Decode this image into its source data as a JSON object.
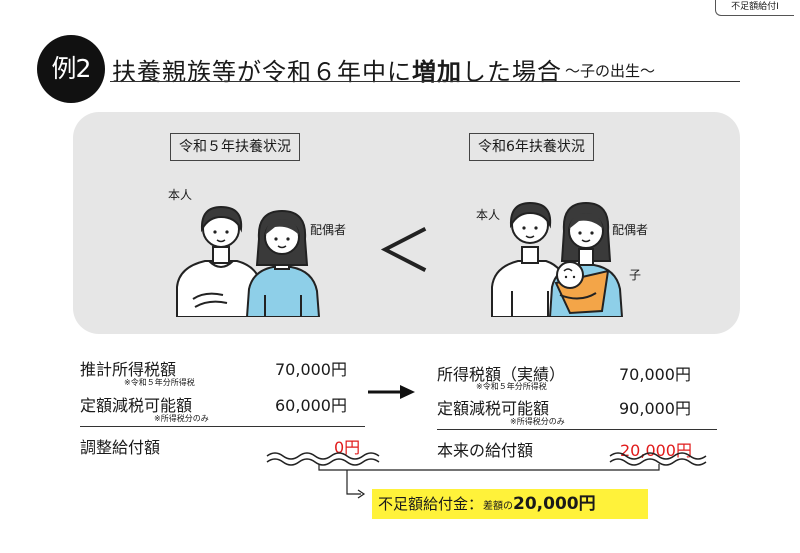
{
  "corner_tag": "不足額給付Ⅰ",
  "example_badge": "例2",
  "title": {
    "before": "扶養親族等が令和６年中に",
    "emph": "増加",
    "after": "した場合",
    "subtitle": "～子の出生～"
  },
  "comparison": {
    "left_box": "令和５年扶養状況",
    "right_box": "令和6年扶養状況",
    "left_people": {
      "self": "本人",
      "spouse": "配偶者"
    },
    "right_people": {
      "self": "本人",
      "spouse": "配偶者",
      "child": "子"
    },
    "operator": "＜"
  },
  "left_table": {
    "rows": [
      {
        "label": "推計所得税額",
        "value": "70,000円",
        "note": "※令和５年分所得税"
      },
      {
        "label": "定額減税可能額",
        "value": "60,000円",
        "note": "※所得税分のみ"
      }
    ],
    "total_label": "調整給付額",
    "total_value": "0円"
  },
  "right_table": {
    "rows": [
      {
        "label": "所得税額（実績）",
        "value": "70,000円",
        "note": "※令和５年分所得税"
      },
      {
        "label": "定額減税可能額",
        "value": "90,000円",
        "note": "※所得税分のみ"
      }
    ],
    "total_label": "本来の給付額",
    "total_value": "20,000円"
  },
  "result": {
    "label": "不足額給付金：",
    "small": "差額の",
    "amount": "20,000円"
  },
  "colors": {
    "accent_red": "#e11b1b",
    "highlight": "#fff23a",
    "shirt_blue": "#8ecfe8",
    "sling_orange": "#f3a548"
  }
}
